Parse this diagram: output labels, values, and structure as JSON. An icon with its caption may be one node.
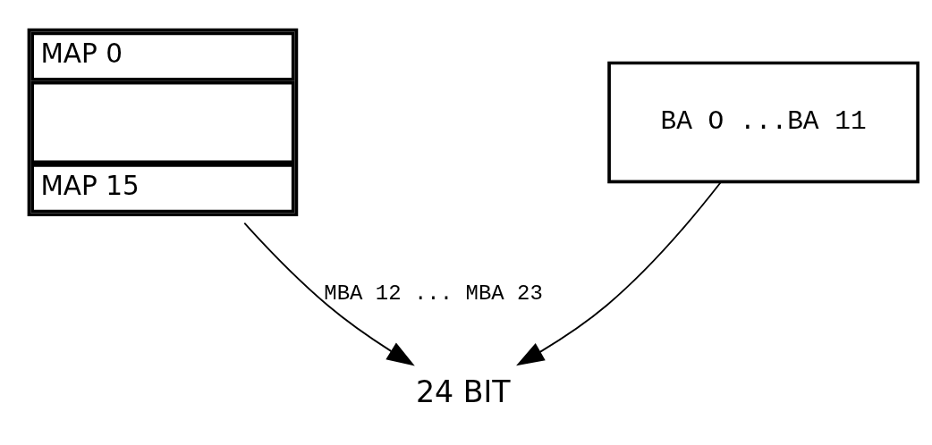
{
  "diagram": {
    "nodes": [
      {
        "text": [
          "MAP 0",
          "MAP 15"
        ]
      },
      {
        "text": [
          "BA O ...BA 11"
        ]
      },
      {
        "text": [
          "24 BIT"
        ]
      }
    ],
    "edges": [
      {
        "from": 0,
        "to": 2,
        "arrow": "to",
        "label": "MBA 12 ... MBA 23"
      },
      {
        "from": 1,
        "to": 2,
        "arrow": "to"
      }
    ]
  }
}
